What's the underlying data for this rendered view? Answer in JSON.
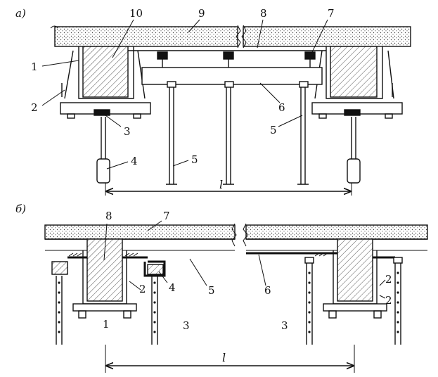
{
  "diagram": {
    "panel_a": {
      "label": "а)",
      "callouts": [
        "1",
        "2",
        "3",
        "4",
        "5",
        "5",
        "6",
        "7",
        "8",
        "9",
        "10"
      ],
      "span_label": "l"
    },
    "panel_b": {
      "label": "б)",
      "callouts": [
        "1",
        "2",
        "2",
        "2",
        "3",
        "3",
        "4",
        "5",
        "6",
        "7",
        "8"
      ],
      "span_label": "l"
    }
  },
  "colors": {
    "ink": "#111111",
    "paper": "#ffffff",
    "hatch": "#666666"
  }
}
